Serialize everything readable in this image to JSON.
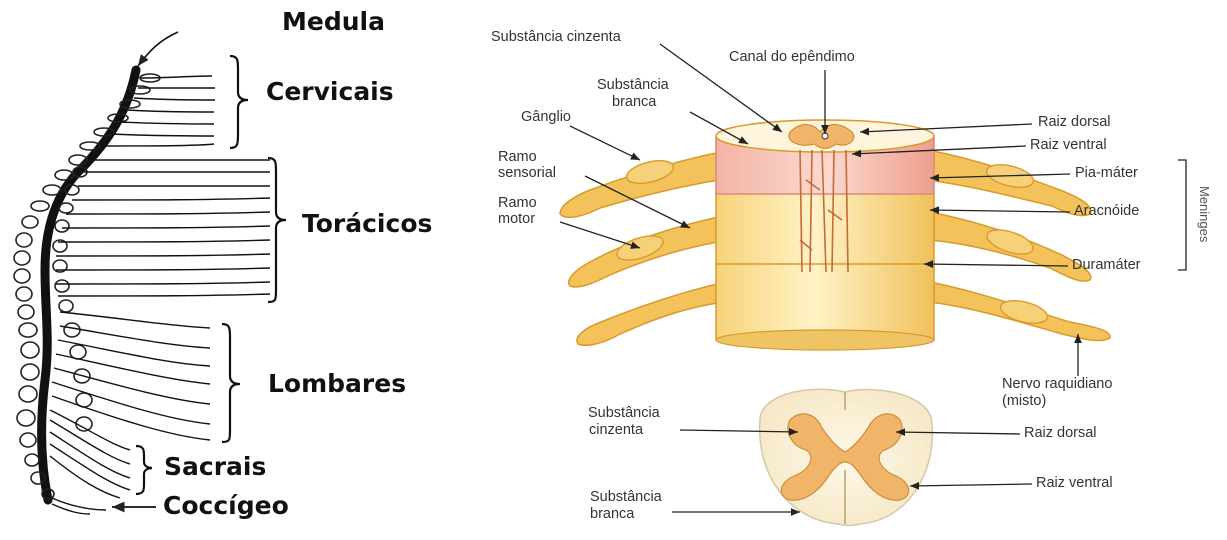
{
  "left_panel": {
    "medula": "Medula",
    "cervicais": "Cervicais",
    "toracicos": "Torácicos",
    "lombares": "Lombares",
    "sacrais": "Sacrais",
    "coccigeo": "Coccígeo"
  },
  "right_panel": {
    "substancia_cinzenta": "Substância cinzenta",
    "canal_ependimo": "Canal do epêndimo",
    "substancia_branca_1": "Substância",
    "substancia_branca_2": "branca",
    "ganglio": "Gânglio",
    "ramo_sensorial_1": "Ramo",
    "ramo_sensorial_2": "sensorial",
    "ramo_motor_1": "Ramo",
    "ramo_motor_2": "motor",
    "raiz_dorsal": "Raiz dorsal",
    "raiz_ventral": "Raiz ventral",
    "pia_mater": "Pia-máter",
    "aracnoide": "Aracnóide",
    "duramater": "Duramáter",
    "meninges": "Meninges",
    "nervo_1": "Nervo raquidiano",
    "nervo_2": "(misto)"
  },
  "cross_section": {
    "cinzenta_1": "Substância",
    "cinzenta_2": "cinzenta",
    "branca_1": "Substância",
    "branca_2": "branca",
    "raiz_dorsal": "Raiz dorsal",
    "raiz_ventral": "Raiz ventral"
  },
  "colors": {
    "nerve": "#f3c25a",
    "nerve_dark": "#d99a2b",
    "pia": "#f0a8a0",
    "cord_light": "#fff0bf",
    "gray_matter": "#f1b56a",
    "white_matter": "#fdf6e4",
    "ink": "#1a1a1a"
  }
}
